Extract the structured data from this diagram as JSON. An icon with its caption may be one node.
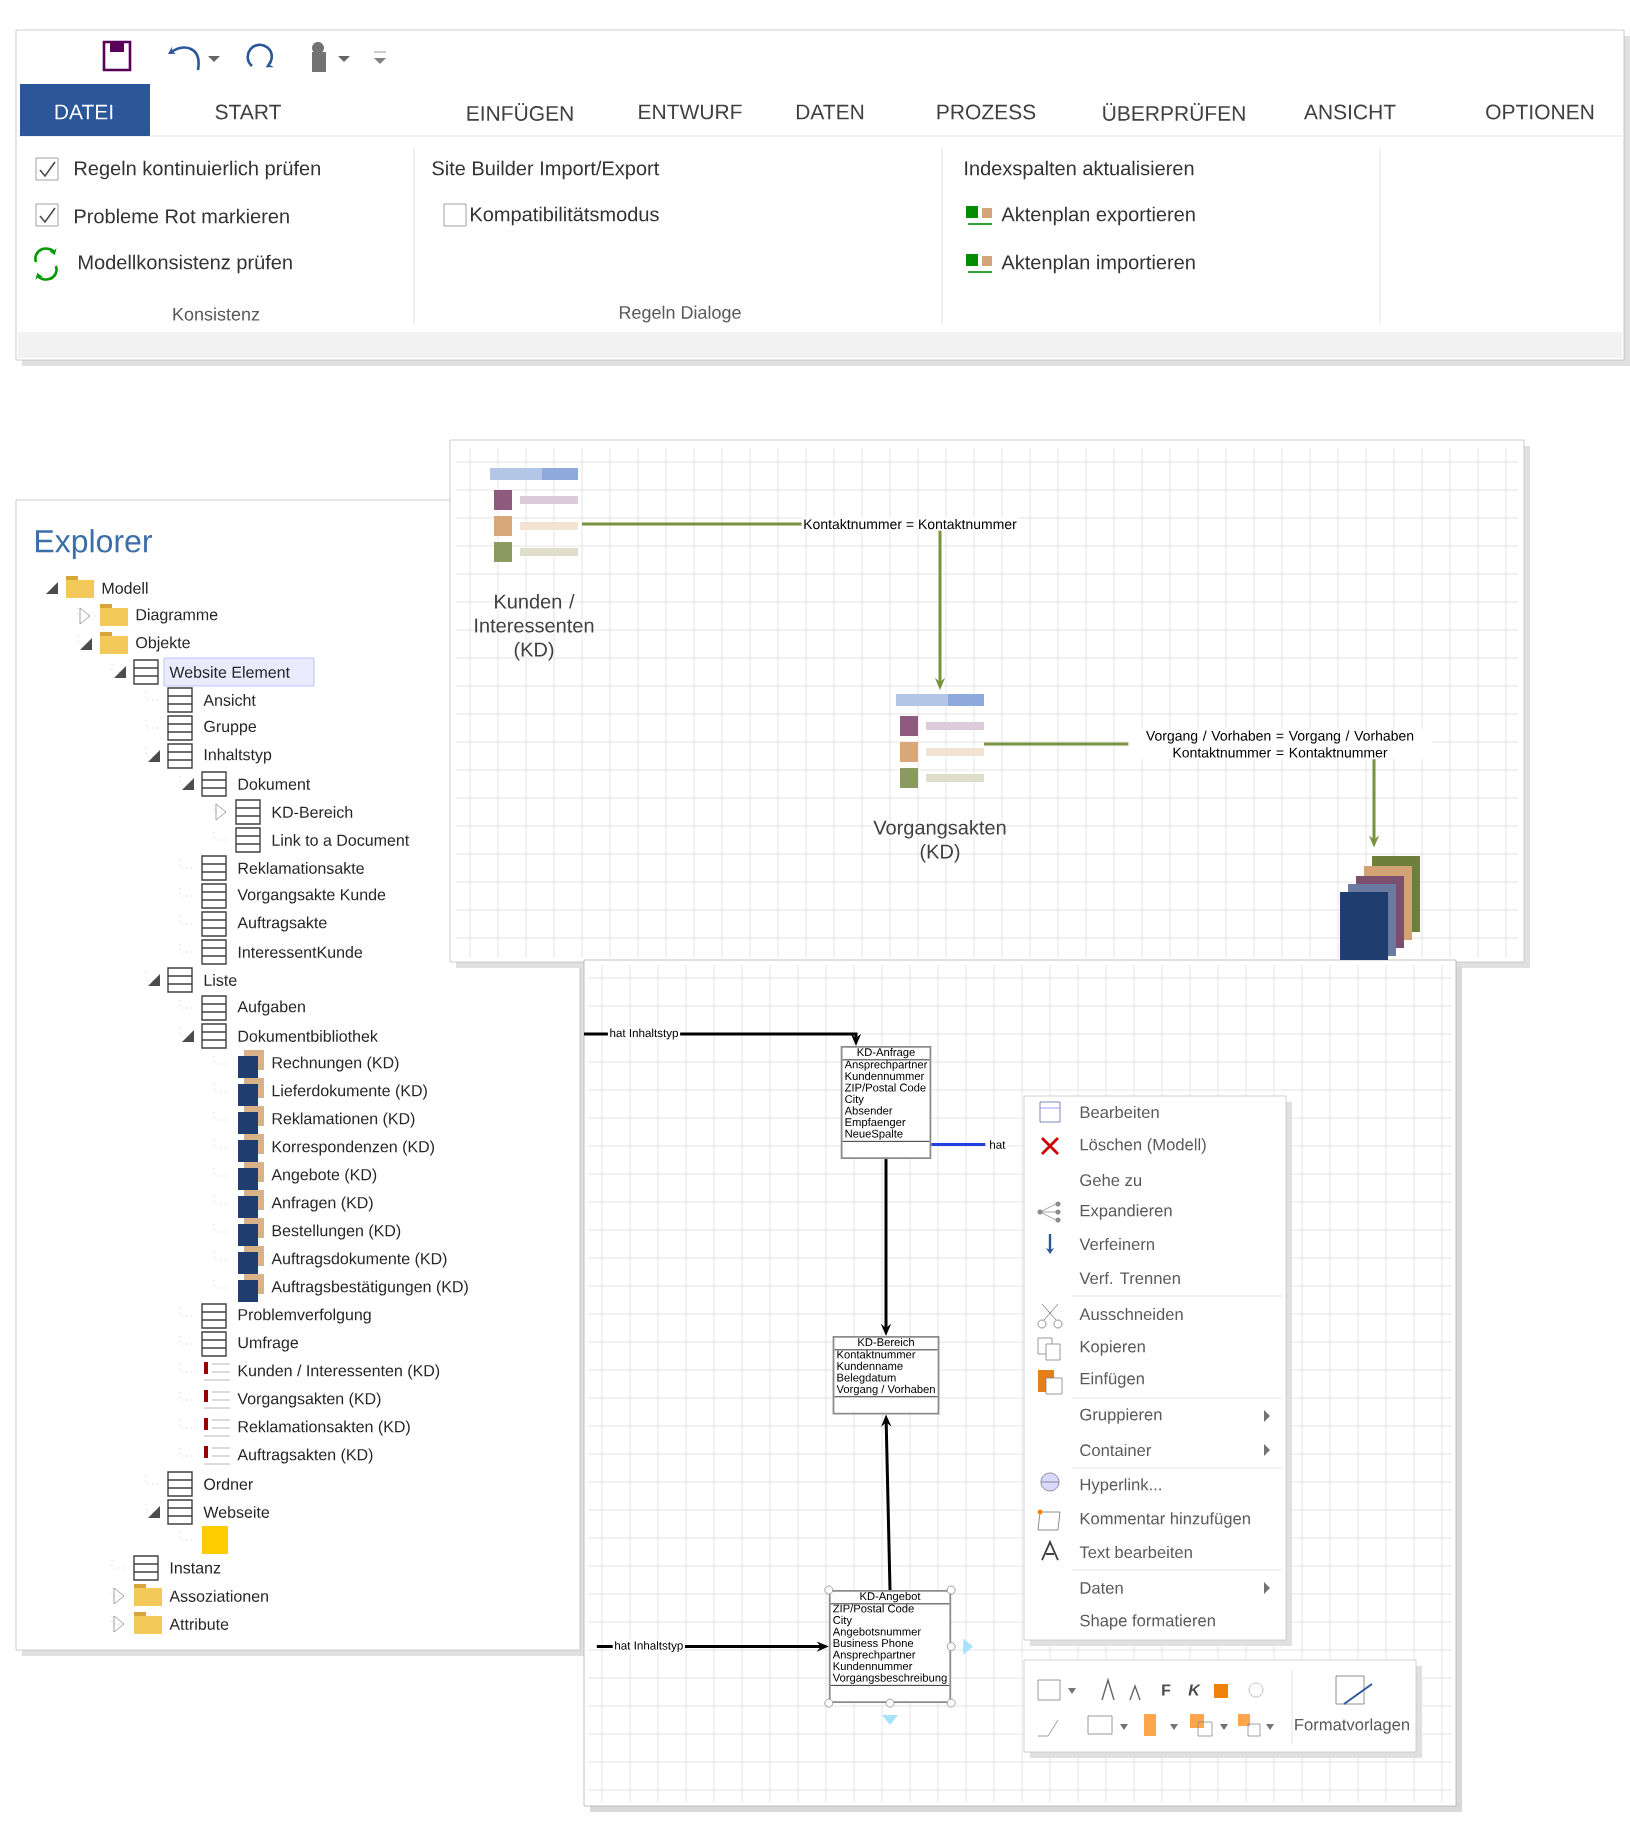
{
  "diagram": {
    "nodes": [
      {
        "text": [
          "Kunden / Interessenten (KD)"
        ]
      },
      {
        "text": [
          "Vorgangsakten (KD)"
        ]
      },
      {
        "text": [],
        "shape": "picture"
      },
      {
        "text": [
          "KD-Anfrage",
          "Ansprechpartner",
          "Kundennummer",
          "ZIP/Postal Code",
          "City",
          "Absender",
          "Empfaenger",
          "NeueSpalte"
        ]
      },
      {
        "text": [
          "KD-Bereich",
          "Kontaktnummer",
          "Kundenname",
          "Belegdatum",
          "Vorgang / Vorhaben"
        ]
      },
      {
        "text": [
          "KD-Angebot",
          "ZIP/Postal Code",
          "City",
          "Angebotsnummer",
          "Business Phone",
          "Ansprechpartner",
          "Kundennummer",
          "Vorgangsbeschreibung"
        ]
      }
    ],
    "edges": [
      {
        "from": 0,
        "to": 1,
        "arrow": "to",
        "label": "Kontaktnummer = Kontaktnummer",
        "color": "#77933c"
      },
      {
        "from": 1,
        "to": 2,
        "arrow": "to",
        "label": "Vorgang / Vorhaben = Vorgang / Vorhaben Kontaktnummer = Kontaktnummer",
        "color": "#77933c"
      },
      {
        "from": null,
        "to": 3,
        "arrow": "to",
        "label": "hat Inhaltstyp"
      },
      {
        "from": 3,
        "to": 4,
        "arrow": "to"
      },
      {
        "from": 5,
        "to": 4,
        "arrow": "to"
      },
      {
        "from": null,
        "to": 5,
        "arrow": "to",
        "label": "hat Inhaltstyp"
      },
      {
        "from": 3,
        "to": null,
        "arrow": "none",
        "label": "hat",
        "color": "#2540e0"
      }
    ],
    "labels": [
      "DATEI",
      "START",
      "EINFÜGEN",
      "ENTWURF",
      "DATEN",
      "PROZESS",
      "ÜBERPRÜFEN",
      "ANSICHT",
      "OPTIONEN",
      "Regeln kontinuierlich prüfen",
      "Probleme Rot markieren",
      "Modellkonsistenz prüfen",
      "Site Builder Import/Export",
      "Kompatibilitätsmodus",
      "Indexspalten aktualisieren",
      "Aktenplan exportieren",
      "Aktenplan importieren",
      "Konsistenz",
      "Regeln Dialoge",
      "Explorer",
      "Modell",
      "Diagramme",
      "Objekte",
      "Website Element",
      "Ansicht",
      "Gruppe",
      "Inhaltstyp",
      "Dokument",
      "KD-Bereich",
      "Link to a Document",
      "Reklamationsakte",
      "Vorgangsakte Kunde",
      "Auftragsakte",
      "InteressentKunde",
      "Liste",
      "Aufgaben",
      "Dokumentbibliothek",
      "Rechnungen (KD)",
      "Lieferdokumente (KD)",
      "Reklamationen (KD)",
      "Korrespondenzen (KD)",
      "Angebote (KD)",
      "Anfragen (KD)",
      "Bestellungen (KD)",
      "Auftragsdokumente (KD)",
      "Auftragsbestätigungen (KD)",
      "Problemverfolgung",
      "Umfrage",
      "Kunden / Interessenten (KD)",
      "Vorgangsakten (KD)",
      "Reklamationsakten (KD)",
      "Auftragsakten (KD)",
      "Ordner",
      "Webseite",
      "Instanz",
      "Assoziationen",
      "Attribute",
      "Bearbeiten",
      "Löschen (Modell)",
      "Gehe zu",
      "Expandieren",
      "Verfeinern",
      "Verf. Trennen",
      "Ausschneiden",
      "Kopieren",
      "Einfügen",
      "Gruppieren",
      "Container",
      "Hyperlink...",
      "Kommentar hinzufügen",
      "Text bearbeiten",
      "Daten",
      "Shape formatieren",
      "F",
      "K",
      "Formatvorlagen"
    ]
  }
}
